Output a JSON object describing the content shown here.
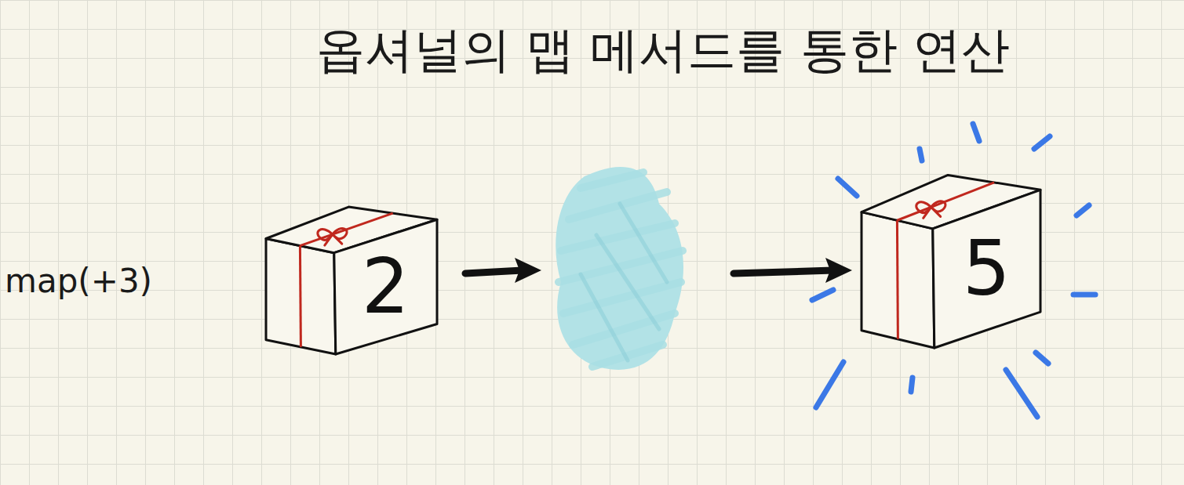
{
  "diagram": {
    "title": "옵셔널의 맵 메서드를 통한 연산",
    "nodes": [
      {
        "text": [
          "2"
        ]
      },
      {
        "text": [
          "5"
        ]
      }
    ],
    "edges": [
      {
        "from": 0,
        "to": 1,
        "arrow": "to"
      }
    ],
    "labels": [
      "map(+3)"
    ]
  }
}
